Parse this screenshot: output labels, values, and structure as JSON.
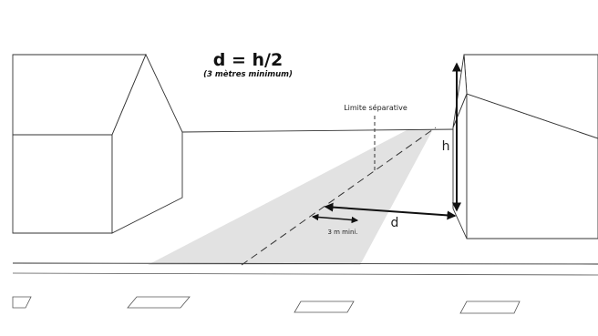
{
  "formula": {
    "main": "d = h/2",
    "subtitle": "(3 mètres minimum)"
  },
  "labels": {
    "limite": "Limite séparative",
    "height": "h",
    "distance": "d",
    "minimum": "3 m mini."
  },
  "colors": {
    "shading": "#e2e2e2",
    "lines": "#333333",
    "arrows": "#111111",
    "background": "#ffffff"
  }
}
